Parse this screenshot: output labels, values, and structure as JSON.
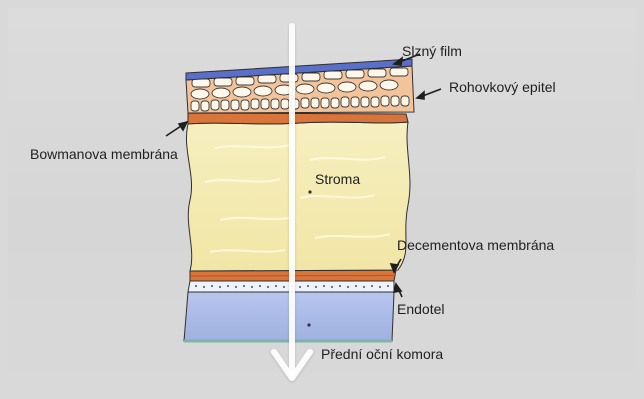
{
  "labels": {
    "tear_film": "Slzný film",
    "epithelium": "Rohovkový epitel",
    "bowman": "Bowmanova membrána",
    "stroma": "Stroma",
    "descemet": "Decementova membrána",
    "endothelium": "Endotel",
    "anterior_chamber": "Přední oční komora"
  },
  "colors": {
    "background": "#d8d8d8",
    "tear_film": "#5a6fc8",
    "epithelium": "#f3c39a",
    "bowman": "#d9743a",
    "stroma": "#f5edb7",
    "descemet": "#d9743a",
    "endothelium": "#bcd3ee",
    "anterior_chamber": "#a9b7e2",
    "arrow": "#ffffff"
  }
}
